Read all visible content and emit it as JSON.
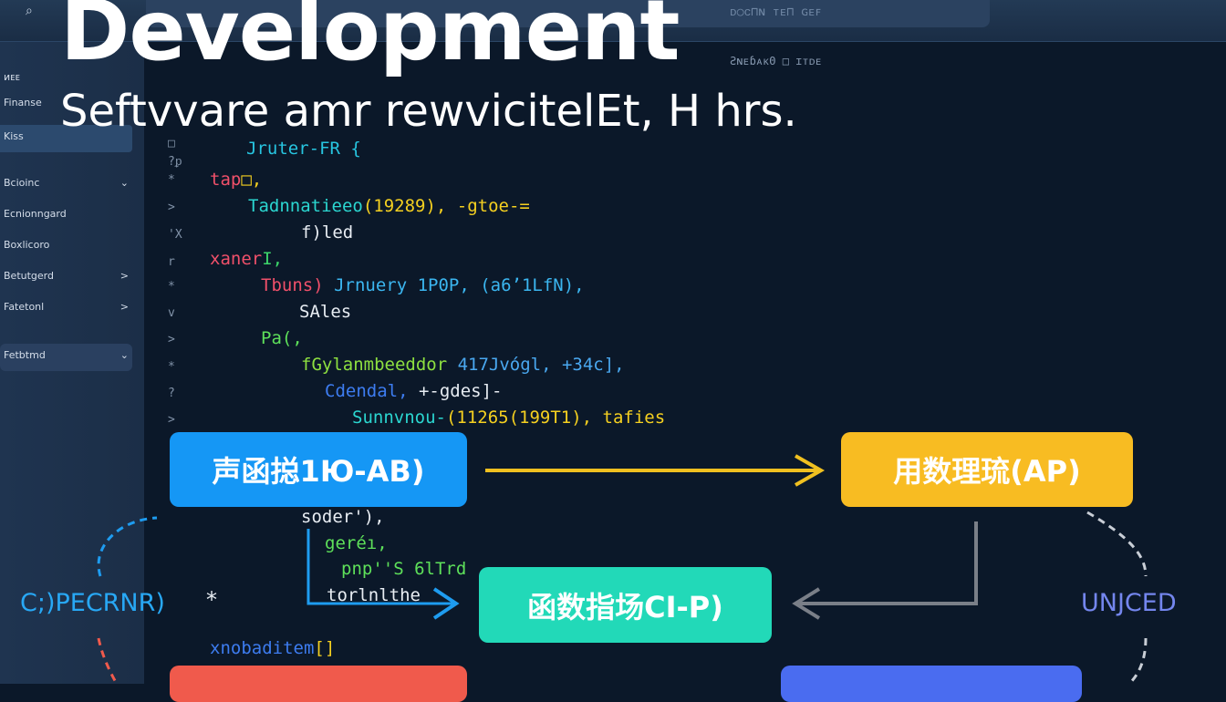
{
  "header": {
    "search_icon": "search-icon",
    "tab_text": "ᴅ○ᴄ⊓ɴ ᴛᴇ⊓ ɢᴇꜰ"
  },
  "hero": {
    "title": "Development",
    "subtitle": "Seftvvare amr rewvicitelEt, H hrs."
  },
  "editor": {
    "breadcrumb": "ƧɴᴇɓᴀᴋΘ   □  ɪᴛᴅᴇ",
    "gutter_icons": [
      "□",
      "?ᵱ",
      "*",
      ">",
      "'X",
      "r",
      "*",
      "v",
      ">",
      "*",
      "?",
      ">"
    ]
  },
  "sidebar": {
    "items": [
      {
        "label": "ᴎᴇᴇ"
      },
      {
        "label": "Finanse"
      },
      {
        "label": "Kiss",
        "active": true
      },
      {
        "label": "Bcioinc",
        "chevron": "⌄"
      },
      {
        "label": "Ecnionngard"
      },
      {
        "label": "Boxlicoro"
      },
      {
        "label": "Betutgerd",
        "chevron": ">"
      },
      {
        "label": "Fatetonl",
        "chevron": ">"
      },
      {
        "label": "Fetbtmd",
        "chevron": "⌄",
        "dropdown": true
      }
    ]
  },
  "code_lines": [
    {
      "text": "Jruter-FR {",
      "color": "#27c5e0"
    },
    {
      "text": "tap",
      "color": "#f0506a",
      "extra": "□,",
      "extra_color": "#f5d020"
    },
    {
      "text": "Tadnnatieeo",
      "color": "#2bd6d0",
      "extra": "(19289), -gtoe-=",
      "extra_color": "#f5d020"
    },
    {
      "text": "f)led",
      "color": "#e8edf3"
    },
    {
      "text": "xaner",
      "color": "#f0506a",
      "extra": "I,",
      "extra_color": "#3cd56a"
    },
    {
      "text": "Tbuns) ",
      "color": "#f0506a",
      "extra": "Jrnuery 1P0P, (a6ʼ1LfN),",
      "extra_color": "#3bb6f0"
    },
    {
      "text": "SAles",
      "color": "#e8edf3"
    },
    {
      "text": "Pa(,",
      "color": "#5ee05a"
    },
    {
      "text": "fGylanmbeeddor",
      "color": "#8ee040",
      "extra": " 417Jvógl, +34c],",
      "extra_color": "#4aa8f0"
    },
    {
      "text": "Cdendal,",
      "color": "#3d7cf0",
      "extra": " +-gdes]-",
      "extra_color": "#e8edf3"
    },
    {
      "text": "Sunnvnou-",
      "color": "#2bd6d0",
      "extra": "(11265(199T1), tafies",
      "extra_color": "#f5d020"
    },
    {
      "text": "soder'),",
      "color": "#e8edf3"
    },
    {
      "text": "geréı,",
      "color": "#5ee05a"
    },
    {
      "text": "pnp''S 6lTrd",
      "color": "#5ee05a"
    },
    {
      "text": "torlnlthe",
      "color": "#e8edf3"
    },
    {
      "text": "xnobaditem",
      "color": "#3d7cf0",
      "extra": "[]",
      "extra_color": "#f5d020"
    }
  ],
  "diagram": {
    "nodes": [
      {
        "label": "声函搃1Ю-AB)",
        "color": "#1597f5"
      },
      {
        "label": "用数理琉(AP)",
        "color": "#f8bc22"
      },
      {
        "label": "函数指场CI-P)",
        "color": "#22d9b8"
      },
      {
        "label": "",
        "color": "#f05a4c"
      },
      {
        "label": "",
        "color": "#4a6cf0"
      }
    ],
    "left_label": "C;)PECRNR)",
    "right_label": "UNJCED",
    "star": "*"
  }
}
